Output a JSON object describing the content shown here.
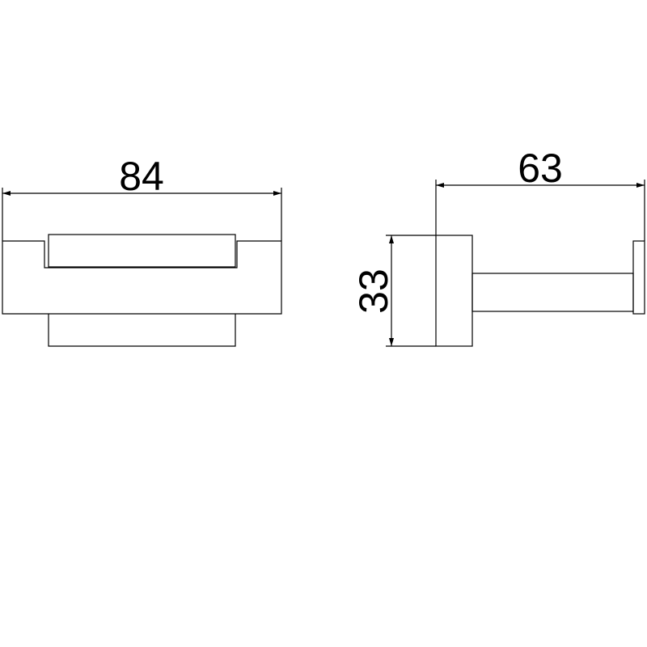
{
  "dimensions": {
    "width_front": "84",
    "depth_side": "63",
    "height_side": "33"
  },
  "colors": {
    "line": "#000000",
    "background": "#ffffff"
  }
}
